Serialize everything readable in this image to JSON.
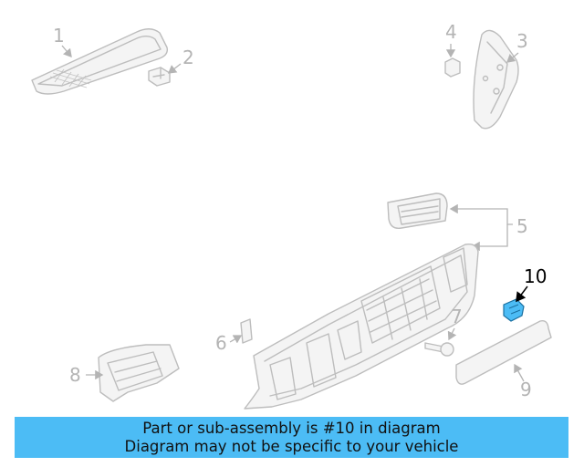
{
  "diagram": {
    "callouts": [
      "1",
      "2",
      "3",
      "4",
      "5",
      "6",
      "7",
      "8",
      "9",
      "10"
    ],
    "highlighted_callout": "10",
    "highlight_color": "#4cbcf5"
  },
  "banner": {
    "line1": "Part or sub-assembly is #10 in diagram",
    "line2": "Diagram may not be specific to your vehicle",
    "background": "#4cbcf5"
  }
}
